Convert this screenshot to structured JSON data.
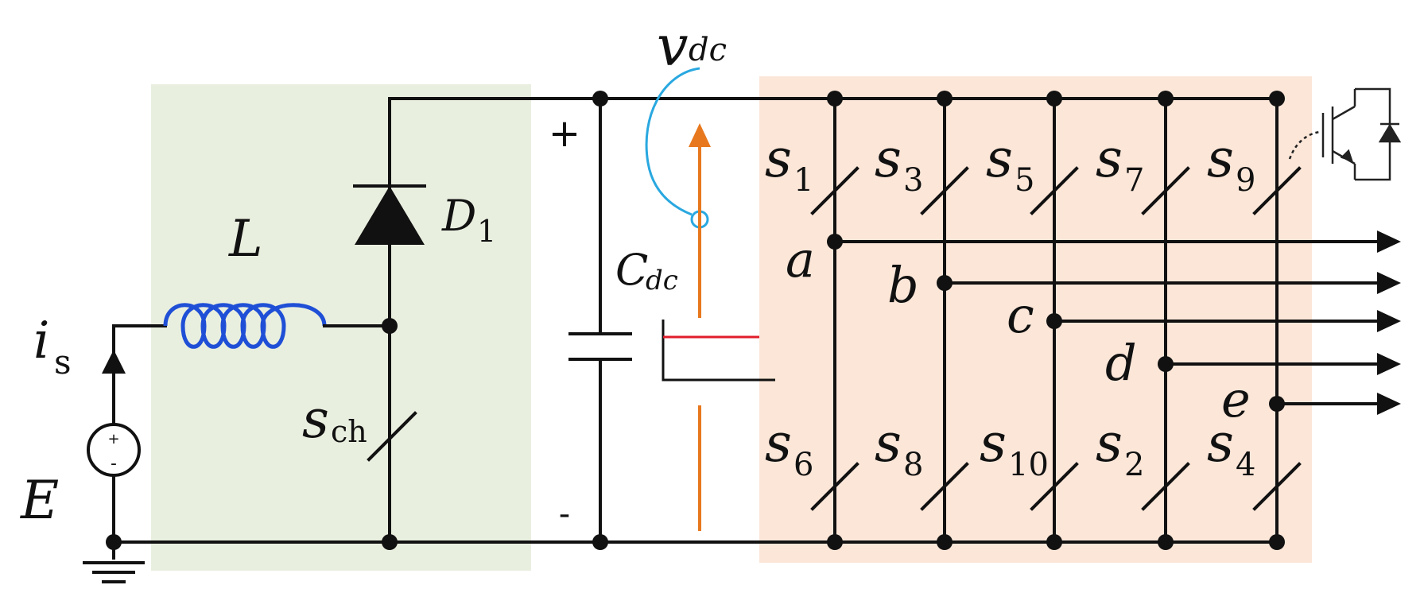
{
  "labels": {
    "current": {
      "base": "i",
      "sub": "s"
    },
    "source": "E",
    "inductor": "L",
    "diode": {
      "base": "D",
      "sub": "1"
    },
    "chopper": {
      "base": "s",
      "sub": "ch"
    },
    "capacitor": {
      "base": "C",
      "sub": "dc"
    },
    "voltage": {
      "base": "v",
      "sub": "dc"
    },
    "plus": "+",
    "minus": "-",
    "src_plus": "+",
    "src_minus": "-"
  },
  "switches_top": [
    {
      "base": "s",
      "sub": "1"
    },
    {
      "base": "s",
      "sub": "3"
    },
    {
      "base": "s",
      "sub": "5"
    },
    {
      "base": "s",
      "sub": "7"
    },
    {
      "base": "s",
      "sub": "9"
    }
  ],
  "switches_bottom": [
    {
      "base": "s",
      "sub": "6"
    },
    {
      "base": "s",
      "sub": "8"
    },
    {
      "base": "s",
      "sub": "10"
    },
    {
      "base": "s",
      "sub": "2"
    },
    {
      "base": "s",
      "sub": "4"
    }
  ],
  "phases": [
    "a",
    "b",
    "c",
    "d",
    "e"
  ],
  "colors": {
    "boost_region": "#e9efdf",
    "inverter_region": "#fbe6d8",
    "inductor": "#1f4fd6",
    "voltage_loop": "#29a8e0",
    "voltage_arrow": "#e8781e",
    "cap_detail": "#e11d2a",
    "wire": "#111111"
  }
}
